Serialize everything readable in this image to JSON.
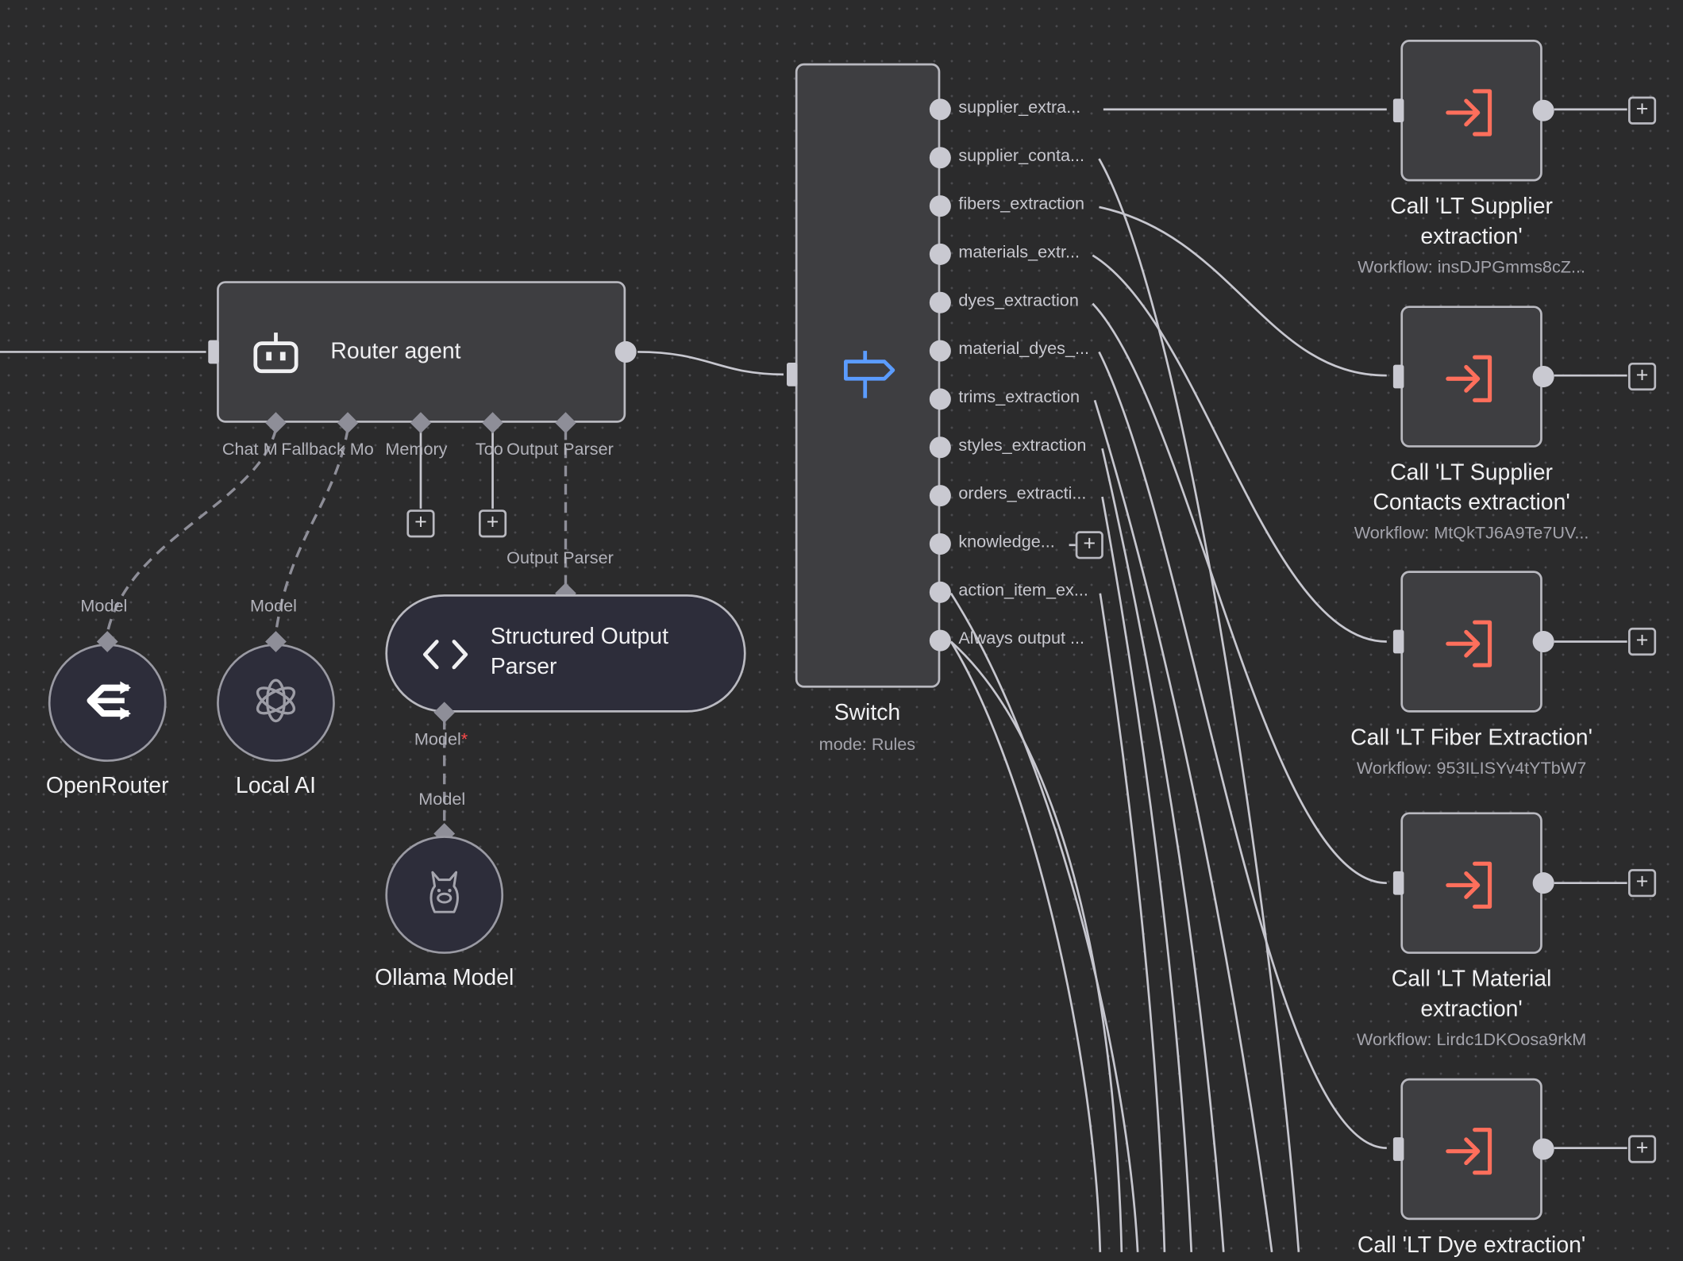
{
  "colors": {
    "background": "#2b2b2c",
    "node_fill": "#3e3e41",
    "node_border": "#b9b9c0",
    "connection": "#c7c7cf",
    "execute_icon": "#ff6f5c",
    "switch_icon": "#5b9cff",
    "required_marker": "#ff4b4b"
  },
  "router_agent": {
    "title": "Router agent",
    "icon": "robot-icon",
    "ports": {
      "chat_model": "Chat M",
      "fallback_model": "Fallback Mo",
      "memory": "Memory",
      "tool": "Too",
      "output_parser": "Output Parser"
    }
  },
  "openrouter": {
    "title": "OpenRouter",
    "port": "Model",
    "icon": "openrouter-icon"
  },
  "local_ai": {
    "title": "Local AI",
    "port": "Model",
    "icon": "openai-icon"
  },
  "structured_output_parser": {
    "title_line1": "Structured Output",
    "title_line2": "Parser",
    "port_top": "Output Parser",
    "port_bottom": "Model",
    "required_marker": "*",
    "icon": "code-brackets-icon"
  },
  "ollama_model": {
    "title": "Ollama Model",
    "port": "Model",
    "icon": "llama-icon"
  },
  "switch": {
    "title": "Switch",
    "subtitle": "mode: Rules",
    "icon": "signpost-icon",
    "outputs": [
      "supplier_extra...",
      "supplier_conta...",
      "fibers_extraction",
      "materials_extr...",
      "dyes_extraction",
      "material_dyes_...",
      "trims_extraction",
      "styles_extraction",
      "orders_extracti...",
      "knowledge...",
      "action_item_ex...",
      "Always output ..."
    ]
  },
  "subworkflows": [
    {
      "line1": "Call 'LT Supplier",
      "line2": "extraction'",
      "workflow": "Workflow: insDJPGmms8cZ...",
      "icon": "execute-workflow-icon"
    },
    {
      "line1": "Call 'LT Supplier",
      "line2": "Contacts extraction'",
      "workflow": "Workflow: MtQkTJ6A9Te7UV...",
      "icon": "execute-workflow-icon"
    },
    {
      "line1": "Call 'LT Fiber Extraction'",
      "line2": "",
      "workflow": "Workflow: 953ILISYv4tYTbW7",
      "icon": "execute-workflow-icon"
    },
    {
      "line1": "Call 'LT Material",
      "line2": "extraction'",
      "workflow": "Workflow: Lirdc1DKOosa9rkM",
      "icon": "execute-workflow-icon"
    },
    {
      "line1": "Call 'LT Dye extraction'",
      "line2": "",
      "workflow": "",
      "icon": "execute-workflow-icon"
    }
  ],
  "add_button": "+"
}
